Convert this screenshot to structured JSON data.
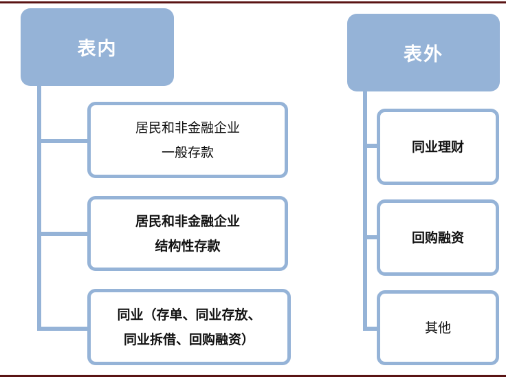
{
  "on_balance": {
    "title": "表内",
    "items": [
      {
        "lines": [
          "居民和非金融企业",
          "一般存款"
        ]
      },
      {
        "lines": [
          "居民和非金融企业",
          "结构性存款"
        ]
      },
      {
        "lines": [
          "同业（存单、同业存放、",
          "同业拆借、回购融资）"
        ]
      }
    ]
  },
  "off_balance": {
    "title": "表外",
    "items": [
      {
        "lines": [
          "同业理财"
        ]
      },
      {
        "lines": [
          "回购融资"
        ]
      },
      {
        "lines": [
          "其他"
        ]
      }
    ]
  },
  "colors": {
    "accent": "#95b3d7",
    "rule": "#5a1414"
  }
}
